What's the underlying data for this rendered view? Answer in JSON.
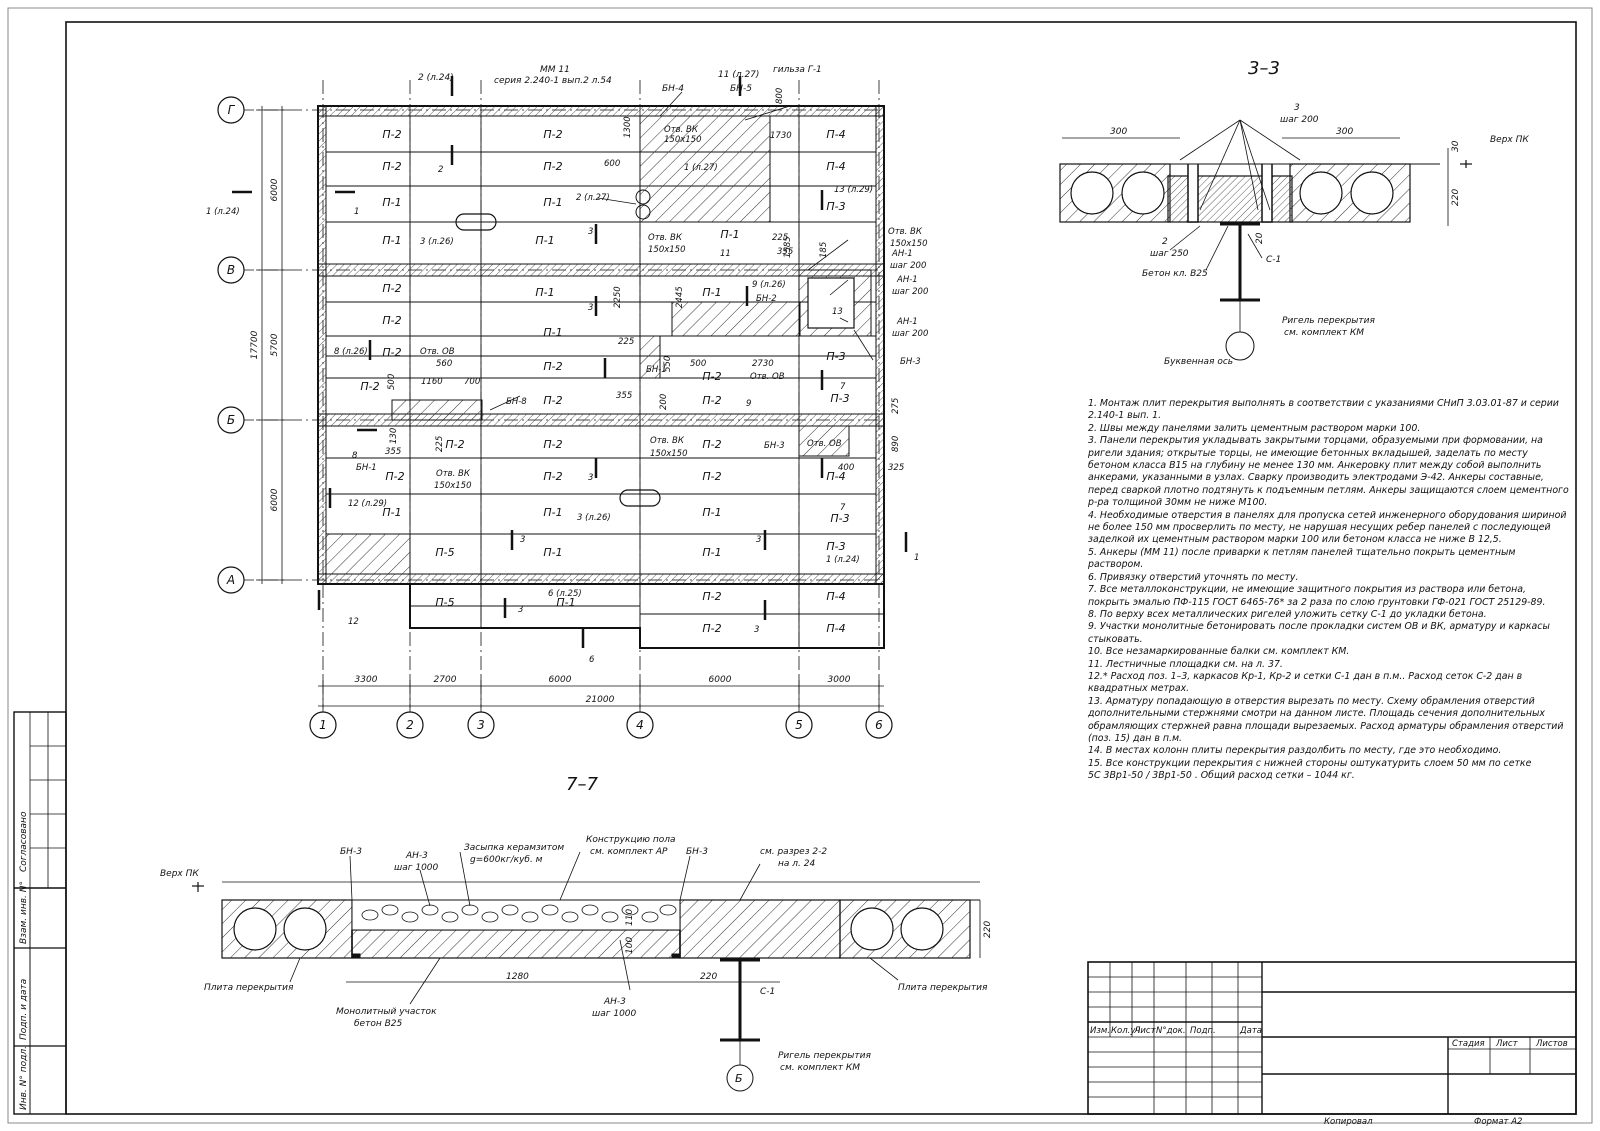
{
  "plan": {
    "axes_letters": [
      "Г",
      "В",
      "Б",
      "А"
    ],
    "axes_numbers": [
      "1",
      "2",
      "3",
      "4",
      "5",
      "6"
    ],
    "dims_bottom": [
      "3300",
      "2700",
      "6000",
      "6000",
      "3000"
    ],
    "dim_total": "21000",
    "dims_left": [
      "6000",
      "5700",
      "6000"
    ],
    "dim_left_total": "17700",
    "top_callouts": {
      "mm11": "ММ 11",
      "series": "серия 2.240-1 вып.2 л.54",
      "cut2": "2 (л.24)",
      "cut11": "11 (л.27)",
      "sleeve": "гильза Г-1",
      "bn4": "БН-4",
      "bn5": "БН-5"
    },
    "slabs": {
      "p1": "П-1",
      "p2": "П-2",
      "p3": "П-3",
      "p4": "П-4",
      "p5": "П-5"
    },
    "labels": {
      "otv_vk": "Отв. ВК",
      "otv_ov": "Отв. ОВ",
      "size150": "150х150",
      "an1": "АН-1",
      "step200": "шаг 200",
      "bn1": "БН-1",
      "bn2": "БН-2",
      "bn3": "БН-3",
      "bn8": "БН-8",
      "ref1_24": "1 (л.24)",
      "ref1_27": "1 (л.27)",
      "ref2_27": "2 (л.27)",
      "ref3_26": "3 (л.26)",
      "ref8_26": "8 (л.26)",
      "ref9_26": "9 (л.26)",
      "ref6_25": "6 (л.25)",
      "ref12_29": "12 (л.29)",
      "ref13_29": "13 (л.29)",
      "m13": "13",
      "n1": "1",
      "n2": "2",
      "n3": "3",
      "n6": "6",
      "n7": "7",
      "n8": "8",
      "n9": "9",
      "n11": "11",
      "n12": "12",
      "d1300": "1300",
      "d600": "600",
      "d800": "800",
      "d1730": "1730",
      "d1585": "1585",
      "d225": "225",
      "d355": "355",
      "d185": "185",
      "d2250": "2250",
      "d2445": "2445",
      "d550": "550",
      "d500": "500",
      "d2730": "2730",
      "d200": "200",
      "d560": "560",
      "d1160": "1160",
      "d700": "700",
      "d130": "130",
      "d275": "275",
      "d890": "890",
      "d400": "400",
      "d325": "325"
    }
  },
  "section33": {
    "title": "3–3",
    "d300a": "300",
    "d300b": "300",
    "mark3": "3",
    "step200": "шаг 200",
    "top_pk": "Верх ПК",
    "d30": "30",
    "d220": "220",
    "d20": "20",
    "mark2": "2",
    "step250": "шаг 250",
    "concrete": "Бетон кл. В25",
    "c1": "С-1",
    "girder1": "Ригель перекрытия",
    "girder2": "см. комплект КМ",
    "letter_axis": "Буквенная ось"
  },
  "section77": {
    "title": "7–7",
    "top_pk": "Верх ПК",
    "bn3": "БН-3",
    "an3": "АН-3",
    "step1000": "шаг 1000",
    "fill1": "Засыпка керамзитом",
    "fill2": "g=600кг/куб. м",
    "floor1": "Конструкцию пола",
    "floor2": "см. комплект АР",
    "cut1": "см. разрез 2-2",
    "cut2": "на л. 24",
    "slab": "Плита перекрытия",
    "mono1": "Монолитный участок",
    "mono2": "бетон В25",
    "d1280": "1280",
    "d220": "220",
    "d100": "100",
    "d110": "110",
    "d220v": "220",
    "c1": "С-1",
    "girder1": "Ригель перекрытия",
    "girder2": "см. комплект КМ",
    "axis": "Б"
  },
  "notes": [
    "1.  Монтаж плит перекрытия выполнять в соответствии с указаниями СНиП 3.03.01-87 и серии 2.140-1 вып. 1.",
    "2.  Швы между панелями залить цементным раствором марки 100.",
    "3.  Панели перекрытия укладывать закрытыми торцами, образуемыми при формовании, на ригели здания; открытые торцы, не имеющие бетонных вкладышей, заделать по месту бетоном класса В15 на глубину не менее 130 мм. Анкеровку плит между собой выполнить анкерами, указанными в узлах. Сварку производить электродами Э-42. Анкеры составные, перед сваркой плотно подтянуть к подъемным петлям. Анкеры защищаются слоем цементного р-ра толщиной 30мм не ниже М100.",
    "4.  Необходимые отверстия в панелях для пропуска сетей инженерного оборудования шириной не более 150 мм просверлить по месту, не нарушая несущих ребер панелей с последующей заделкой их цементным раствором марки 100 или бетоном класса не ниже В 12,5.",
    "5.  Анкеры (ММ 11) после приварки к петлям панелей тщательно покрыть цементным раствором.",
    "6.  Привязку отверстий уточнять по месту.",
    "7.  Все металлоконструкции, не имеющие защитного покрытия из раствора или бетона, покрыть эмалью ПФ-115 ГОСТ 6465-76* за 2 раза по слою грунтовки ГФ-021 ГОСТ 25129-89.",
    "8.  По верху всех металлических ригелей уложить сетку С-1 до укладки бетона.",
    "9.  Участки монолитные бетонировать после прокладки систем ОВ и ВК, арматуру и каркасы стыковать.",
    "10.  Все незамаркированные балки см. комплект КМ.",
    "11.  Лестничные площадки см. на л. 37.",
    "12.*  Расход поз. 1–3, каркасов Кр-1, Кр-2 и сетки С-1 дан в п.м.. Расход сеток С-2 дан в квадратных метрах.",
    "13.  Арматуру попадающую в отверстия вырезать по месту. Схему обрамления отверстий дополнительными стержнями смотри на данном листе. Площадь сечения дополнительных обрамляющих стержней равна площади вырезаемых. Расход арматуры обрамления отверстий (поз. 15) дан в п.м.",
    "14.  В местах колонн плиты перекрытия раздолбить по месту, где это необходимо.",
    "15.  Все конструкции перекрытия с нижней стороны оштукатурить слоем 50 мм по сетке",
    "5С 3Вр1-50 / 3Вр1-50 .  Общий расход сетки – 1044 кг."
  ],
  "stamp": {
    "cols": [
      "Изм.",
      "Кол.уч",
      "Лист",
      "N°док.",
      "Подп.",
      "Дата"
    ],
    "stage": "Стадия",
    "sheet": "Лист",
    "sheets": "Листов",
    "copied": "Копировал",
    "format": "Формат  А2"
  },
  "side_stamp": {
    "agreed": "Согласовано",
    "inv_replace": "Взам. инв. N°",
    "sign_date": "Подп. и дата",
    "inv_orig": "Инв. N° подл."
  }
}
